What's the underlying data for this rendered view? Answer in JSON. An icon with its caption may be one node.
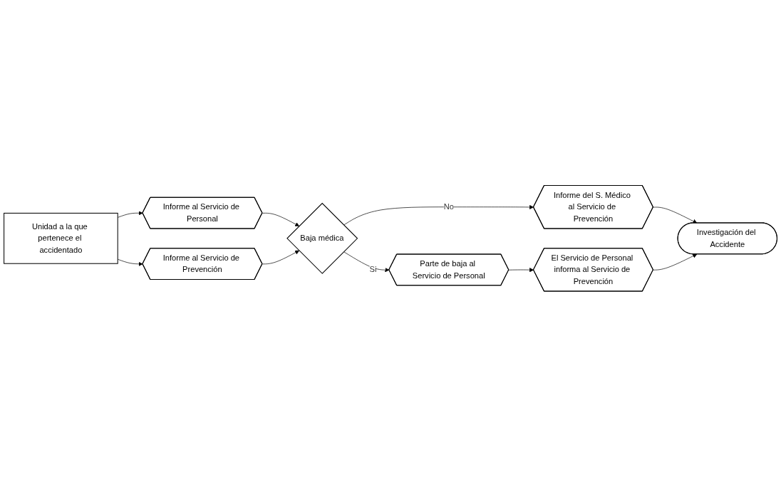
{
  "diagram": {
    "nodes": [
      {
        "text": [
          "Unidad a la que pertenece el accidentado"
        ]
      },
      {
        "text": [
          "Informe al Servicio de Personal"
        ]
      },
      {
        "text": [
          "Informe al Servicio de Prevención"
        ]
      },
      {
        "text": [
          "Baja médica"
        ]
      },
      {
        "text": [
          "Informe del S. Médico al Servicio de Prevención"
        ]
      },
      {
        "text": [
          "Parte de baja al Servicio de Personal"
        ]
      },
      {
        "text": [
          "El Servicio de Personal informa al Servicio de Prevención"
        ]
      },
      {
        "text": [
          "Investigación del Accidente"
        ]
      }
    ],
    "edges": [
      {
        "from": 0,
        "to": 1,
        "arrow": "to"
      },
      {
        "from": 0,
        "to": 2,
        "arrow": "to"
      },
      {
        "from": 1,
        "to": 3,
        "arrow": "to"
      },
      {
        "from": 2,
        "to": 3,
        "arrow": "to"
      },
      {
        "from": 3,
        "to": 4,
        "arrow": "to",
        "label": "No"
      },
      {
        "from": 3,
        "to": 5,
        "arrow": "to",
        "label": "Si"
      },
      {
        "from": 5,
        "to": 6,
        "arrow": "to"
      },
      {
        "from": 4,
        "to": 7,
        "arrow": "to"
      },
      {
        "from": 6,
        "to": 7,
        "arrow": "to"
      }
    ]
  }
}
